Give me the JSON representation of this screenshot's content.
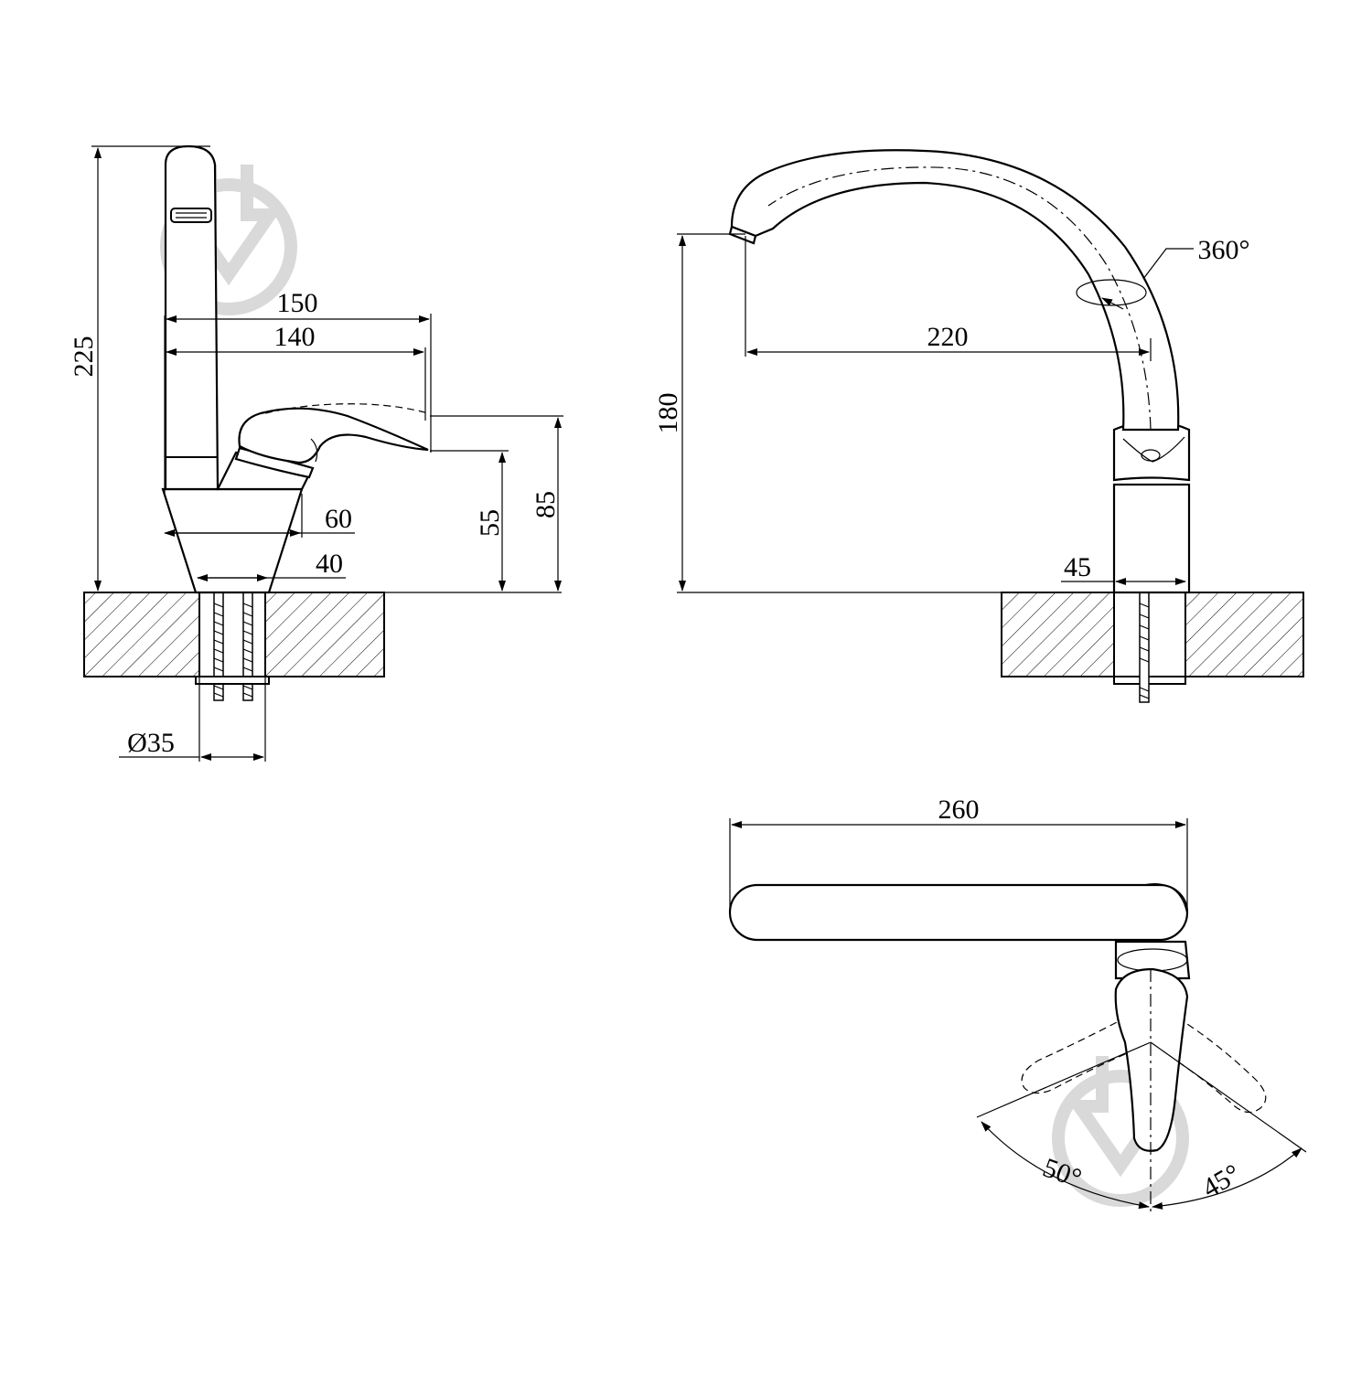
{
  "dimensions": {
    "side": {
      "height_225": "225",
      "reach_150": "150",
      "reach_140": "140",
      "lever_60": "60",
      "base_40": "40",
      "height_55": "55",
      "height_85": "85",
      "diameter_35": "Ø35"
    },
    "front": {
      "height_180": "180",
      "reach_220": "220",
      "rotation_360": "360°",
      "base_45": "45"
    },
    "top": {
      "length_260": "260",
      "angle_50": "50°",
      "angle_45": "45°"
    }
  }
}
